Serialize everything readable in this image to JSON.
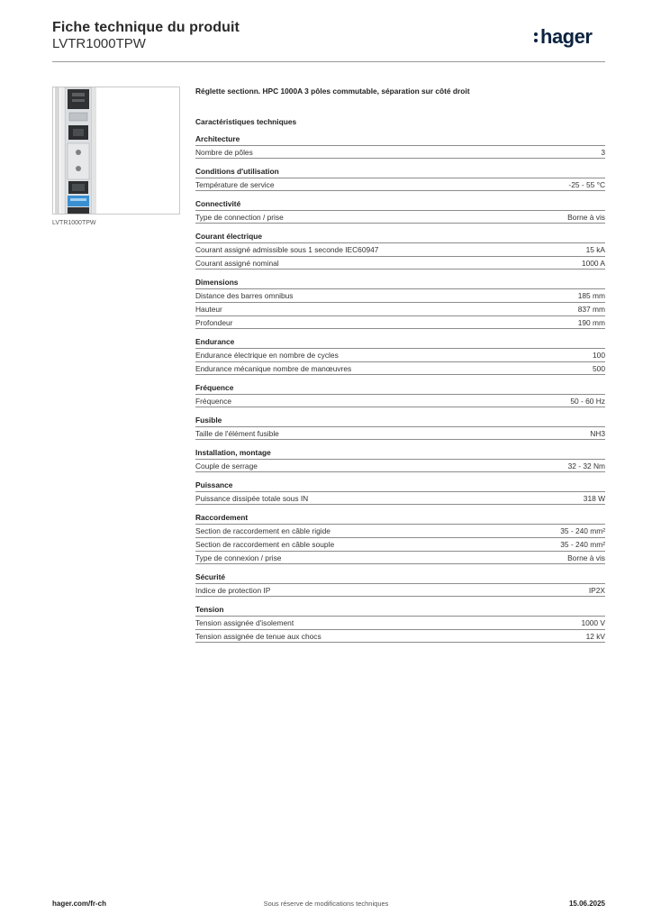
{
  "header": {
    "title": "Fiche technique du produit",
    "subtitle": "LVTR1000TPW",
    "logo_text": "hager",
    "brand_color": "#0c2340"
  },
  "product": {
    "image_caption": "LVTR1000TPW",
    "description": "Réglette sectionn. HPC 1000A 3 pôles commutable, séparation sur côté droit",
    "accent_color": "#3a8fd0"
  },
  "specs_heading": "Caractéristiques techniques",
  "sections": [
    {
      "title": "Architecture",
      "rows": [
        {
          "label": "Nombre de pôles",
          "value": "3"
        }
      ]
    },
    {
      "title": "Conditions d'utilisation",
      "rows": [
        {
          "label": "Température de service",
          "value": "-25 - 55 °C"
        }
      ]
    },
    {
      "title": "Connectivité",
      "rows": [
        {
          "label": "Type de connection / prise",
          "value": "Borne à vis"
        }
      ]
    },
    {
      "title": "Courant électrique",
      "rows": [
        {
          "label": "Courant assigné admissible sous 1 seconde IEC60947",
          "value": "15 kA"
        },
        {
          "label": "Courant assigné nominal",
          "value": "1000 A"
        }
      ]
    },
    {
      "title": "Dimensions",
      "rows": [
        {
          "label": "Distance des barres omnibus",
          "value": "185 mm"
        },
        {
          "label": "Hauteur",
          "value": "837 mm"
        },
        {
          "label": "Profondeur",
          "value": "190 mm"
        }
      ]
    },
    {
      "title": "Endurance",
      "rows": [
        {
          "label": "Endurance électrique en nombre de cycles",
          "value": "100"
        },
        {
          "label": "Endurance mécanique nombre de manœuvres",
          "value": "500"
        }
      ]
    },
    {
      "title": "Fréquence",
      "rows": [
        {
          "label": "Fréquence",
          "value": "50 - 60 Hz"
        }
      ]
    },
    {
      "title": "Fusible",
      "rows": [
        {
          "label": "Taille de l'élément fusible",
          "value": "NH3"
        }
      ]
    },
    {
      "title": "Installation, montage",
      "rows": [
        {
          "label": "Couple de serrage",
          "value": "32 - 32 Nm"
        }
      ]
    },
    {
      "title": "Puissance",
      "rows": [
        {
          "label": "Puissance dissipée totale sous IN",
          "value": "318 W"
        }
      ]
    },
    {
      "title": "Raccordement",
      "rows": [
        {
          "label": "Section de raccordement en câble rigide",
          "value": "35 - 240 mm²"
        },
        {
          "label": "Section de raccordement en câble souple",
          "value": "35 - 240 mm²"
        },
        {
          "label": "Type de connexion / prise",
          "value": "Borne à vis"
        }
      ]
    },
    {
      "title": "Sécurité",
      "rows": [
        {
          "label": "Indice de protection IP",
          "value": "IP2X"
        }
      ]
    },
    {
      "title": "Tension",
      "rows": [
        {
          "label": "Tension assignée d'isolement",
          "value": "1000 V"
        },
        {
          "label": "Tension assignée de tenue aux chocs",
          "value": "12 kV"
        }
      ]
    }
  ],
  "footer": {
    "left": "hager.com/fr-ch",
    "center": "Sous réserve de modifications techniques",
    "right": "15.06.2025"
  }
}
